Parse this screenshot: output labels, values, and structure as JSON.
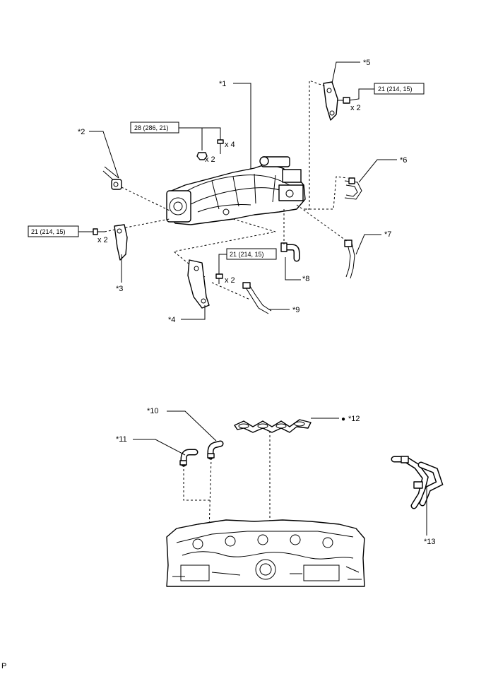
{
  "callouts": {
    "c1": "*1",
    "c2": "*2",
    "c3": "*3",
    "c4": "*4",
    "c5": "*5",
    "c6": "*6",
    "c7": "*7",
    "c8": "*8",
    "c9": "*9",
    "c10": "*10",
    "c11": "*11",
    "c12": "*12",
    "c13": "*13"
  },
  "torque": {
    "t_top": "28 (286, 21)",
    "t_left": "21 (214, 15)",
    "t_mid": "21 (214, 15)",
    "t_right": "21 (214, 15)"
  },
  "qty": {
    "q_x4": "x 4",
    "q_x2_top": "x 2",
    "q_x2_left": "x 2",
    "q_x2_mid": "x 2",
    "q_x2_right": "x 2"
  },
  "marks": {
    "replace_bullet": "●",
    "corner_code": "P"
  }
}
